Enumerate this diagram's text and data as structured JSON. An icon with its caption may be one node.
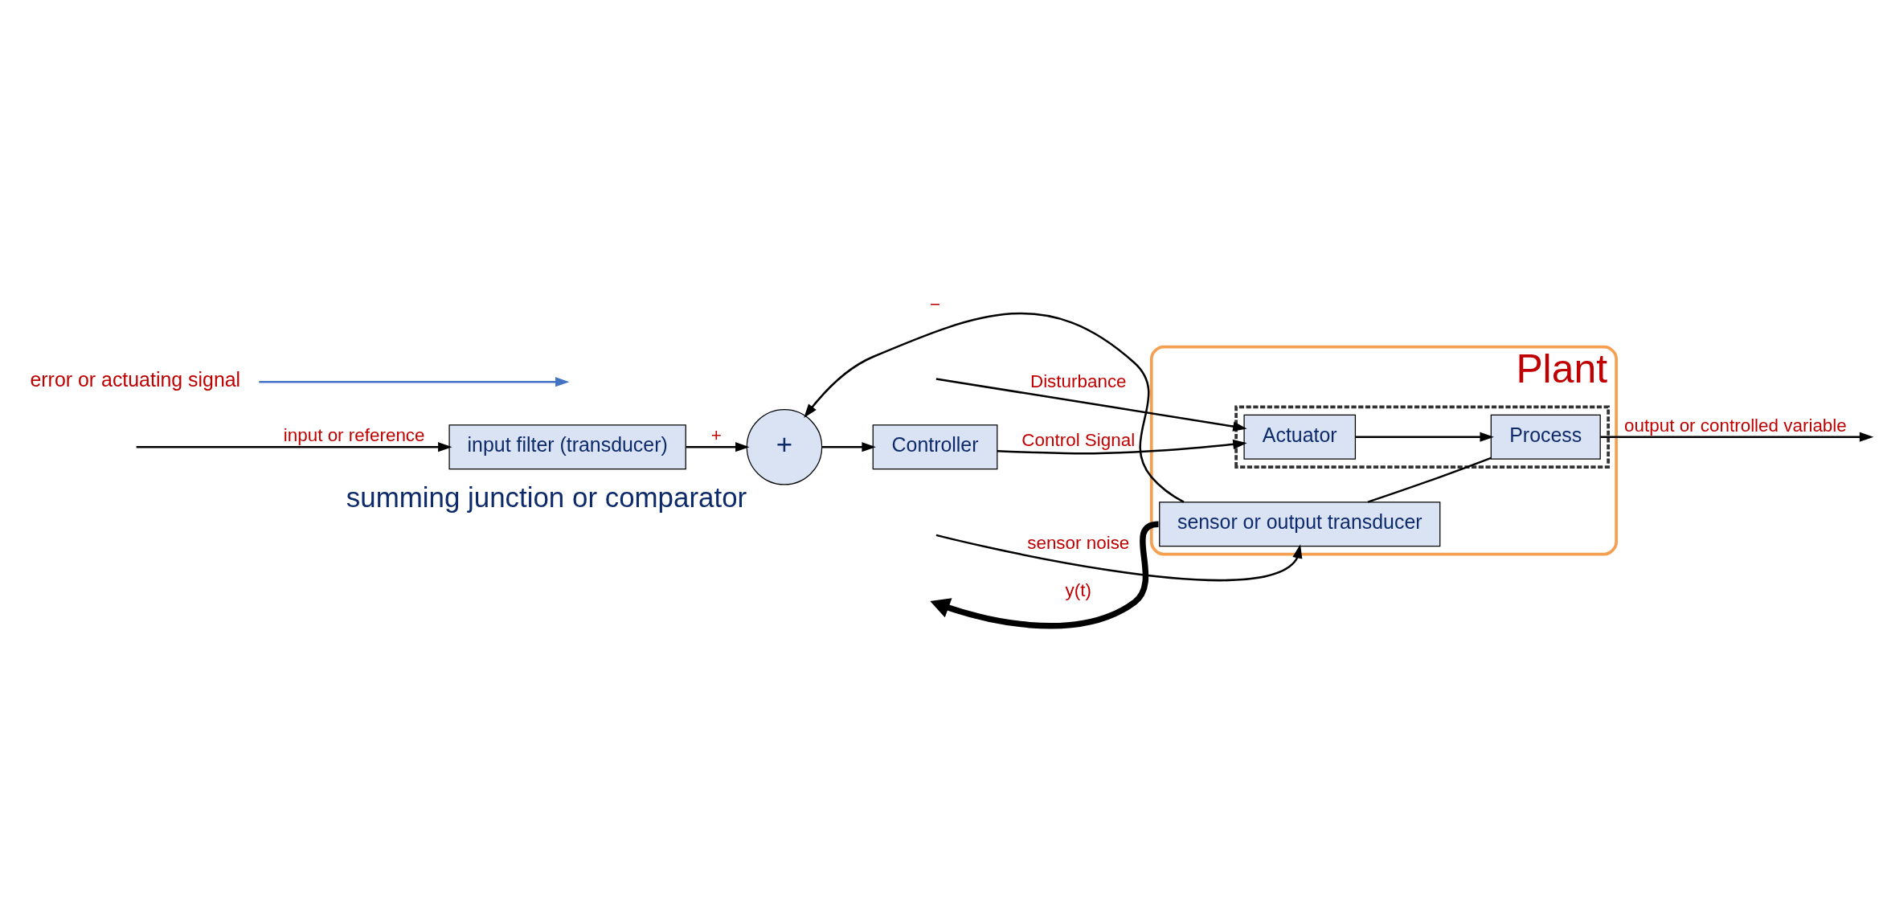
{
  "diagram": {
    "nodes": [
      {
        "text": [
          "Plant"
        ]
      },
      {
        "text": [
          "input filter (transducer)"
        ]
      },
      {
        "text": [
          "+"
        ],
        "beside": [
          "summing junction or comparator"
        ]
      },
      {
        "text": [
          "Controller"
        ]
      },
      {
        "text": [],
        "shape": "box",
        "in": 0
      },
      {
        "text": [
          "Actuator"
        ],
        "in": 4
      },
      {
        "text": [
          "Process"
        ],
        "in": 4
      },
      {
        "text": [
          "sensor or output transducer"
        ],
        "in": 0
      },
      {
        "text": [
          "error or actuating signal"
        ]
      }
    ],
    "edges": [
      {
        "from": null,
        "to": 1,
        "arrow": "to",
        "label": "input or reference"
      },
      {
        "from": 1,
        "to": 2,
        "arrow": "to",
        "label": "+"
      },
      {
        "from": 2,
        "to": 3,
        "arrow": "to"
      },
      {
        "from": 3,
        "to": 5,
        "arrow": "to",
        "label": "Control Signal"
      },
      {
        "from": 5,
        "to": 6,
        "arrow": "to"
      },
      {
        "from": 6,
        "to": null,
        "arrow": "to",
        "label": "output or controlled variable"
      },
      {
        "from": 6,
        "to": 7,
        "arrow": "none"
      },
      {
        "from": 7,
        "to": 2,
        "arrow": "to",
        "label": "−"
      },
      {
        "from": null,
        "to": 7,
        "arrow": "to",
        "label": "sensor noise"
      },
      {
        "from": null,
        "to": 5,
        "arrow": "to",
        "label": "Disturbance"
      },
      {
        "from": 7,
        "to": null,
        "arrow": "to",
        "style": "thick",
        "label": "y(t)"
      },
      {
        "from": 8,
        "to": null,
        "arrow": "to",
        "color": "#4472c4"
      }
    ]
  }
}
